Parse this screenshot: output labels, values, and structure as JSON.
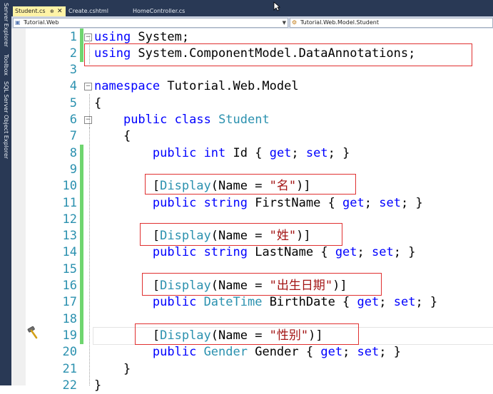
{
  "side_tabs": [
    "Server Explorer",
    "Toolbox",
    "SQL Server Object Explorer"
  ],
  "doc_tabs": [
    {
      "label": "Student.cs",
      "pin": "⊕",
      "close": "✕",
      "active": true
    },
    {
      "label": "Create.cshtml",
      "active": false
    },
    {
      "label": "HomeController.cs",
      "active": false
    }
  ],
  "navbar": {
    "project": "Tutorial.Web",
    "class": "Tutorial.Web.Model.Student"
  },
  "code_lines": [
    {
      "n": "1",
      "tokens": [
        {
          "t": "using",
          "c": "kw"
        },
        {
          "t": " System;"
        }
      ]
    },
    {
      "n": "2",
      "tokens": [
        {
          "t": "using",
          "c": "kw"
        },
        {
          "t": " System.ComponentModel.DataAnnotations;"
        }
      ]
    },
    {
      "n": "3",
      "tokens": []
    },
    {
      "n": "4",
      "tokens": [
        {
          "t": "namespace",
          "c": "kw"
        },
        {
          "t": " Tutorial.Web.Model"
        }
      ]
    },
    {
      "n": "5",
      "tokens": [
        {
          "t": "{"
        }
      ]
    },
    {
      "n": "6",
      "tokens": [
        {
          "t": "    "
        },
        {
          "t": "public",
          "c": "kw"
        },
        {
          "t": " "
        },
        {
          "t": "class",
          "c": "kw"
        },
        {
          "t": " "
        },
        {
          "t": "Student",
          "c": "ty"
        }
      ]
    },
    {
      "n": "7",
      "tokens": [
        {
          "t": "    {"
        }
      ]
    },
    {
      "n": "8",
      "tokens": [
        {
          "t": "        "
        },
        {
          "t": "public",
          "c": "kw"
        },
        {
          "t": " "
        },
        {
          "t": "int",
          "c": "kw"
        },
        {
          "t": " Id { "
        },
        {
          "t": "get",
          "c": "kw"
        },
        {
          "t": "; "
        },
        {
          "t": "set",
          "c": "kw"
        },
        {
          "t": "; }"
        }
      ]
    },
    {
      "n": "9",
      "tokens": []
    },
    {
      "n": "10",
      "tokens": [
        {
          "t": "        ["
        },
        {
          "t": "Display",
          "c": "ty"
        },
        {
          "t": "(Name = "
        },
        {
          "t": "\"名\"",
          "c": "st"
        },
        {
          "t": ")]"
        }
      ]
    },
    {
      "n": "11",
      "tokens": [
        {
          "t": "        "
        },
        {
          "t": "public",
          "c": "kw"
        },
        {
          "t": " "
        },
        {
          "t": "string",
          "c": "kw"
        },
        {
          "t": " FirstName { "
        },
        {
          "t": "get",
          "c": "kw"
        },
        {
          "t": "; "
        },
        {
          "t": "set",
          "c": "kw"
        },
        {
          "t": "; }"
        }
      ]
    },
    {
      "n": "12",
      "tokens": []
    },
    {
      "n": "13",
      "tokens": [
        {
          "t": "        ["
        },
        {
          "t": "Display",
          "c": "ty"
        },
        {
          "t": "(Name = "
        },
        {
          "t": "\"姓\"",
          "c": "st"
        },
        {
          "t": ")]"
        }
      ]
    },
    {
      "n": "14",
      "tokens": [
        {
          "t": "        "
        },
        {
          "t": "public",
          "c": "kw"
        },
        {
          "t": " "
        },
        {
          "t": "string",
          "c": "kw"
        },
        {
          "t": " LastName { "
        },
        {
          "t": "get",
          "c": "kw"
        },
        {
          "t": "; "
        },
        {
          "t": "set",
          "c": "kw"
        },
        {
          "t": "; }"
        }
      ]
    },
    {
      "n": "15",
      "tokens": []
    },
    {
      "n": "16",
      "tokens": [
        {
          "t": "        ["
        },
        {
          "t": "Display",
          "c": "ty"
        },
        {
          "t": "(Name = "
        },
        {
          "t": "\"出生日期\"",
          "c": "st"
        },
        {
          "t": ")]"
        }
      ]
    },
    {
      "n": "17",
      "tokens": [
        {
          "t": "        "
        },
        {
          "t": "public",
          "c": "kw"
        },
        {
          "t": " "
        },
        {
          "t": "DateTime",
          "c": "ty"
        },
        {
          "t": " BirthDate { "
        },
        {
          "t": "get",
          "c": "kw"
        },
        {
          "t": "; "
        },
        {
          "t": "set",
          "c": "kw"
        },
        {
          "t": "; }"
        }
      ]
    },
    {
      "n": "18",
      "tokens": []
    },
    {
      "n": "19",
      "tokens": [
        {
          "t": "        ["
        },
        {
          "t": "Display",
          "c": "ty"
        },
        {
          "t": "(Name = "
        },
        {
          "t": "\"性别\"",
          "c": "st"
        },
        {
          "t": ")]"
        }
      ]
    },
    {
      "n": "20",
      "tokens": [
        {
          "t": "        "
        },
        {
          "t": "public",
          "c": "kw"
        },
        {
          "t": " "
        },
        {
          "t": "Gender",
          "c": "ty"
        },
        {
          "t": " Gender { "
        },
        {
          "t": "get",
          "c": "kw"
        },
        {
          "t": "; "
        },
        {
          "t": "set",
          "c": "kw"
        },
        {
          "t": "; }"
        }
      ]
    },
    {
      "n": "21",
      "tokens": [
        {
          "t": "    }"
        }
      ]
    },
    {
      "n": "22",
      "tokens": [
        {
          "t": "}"
        }
      ]
    }
  ]
}
